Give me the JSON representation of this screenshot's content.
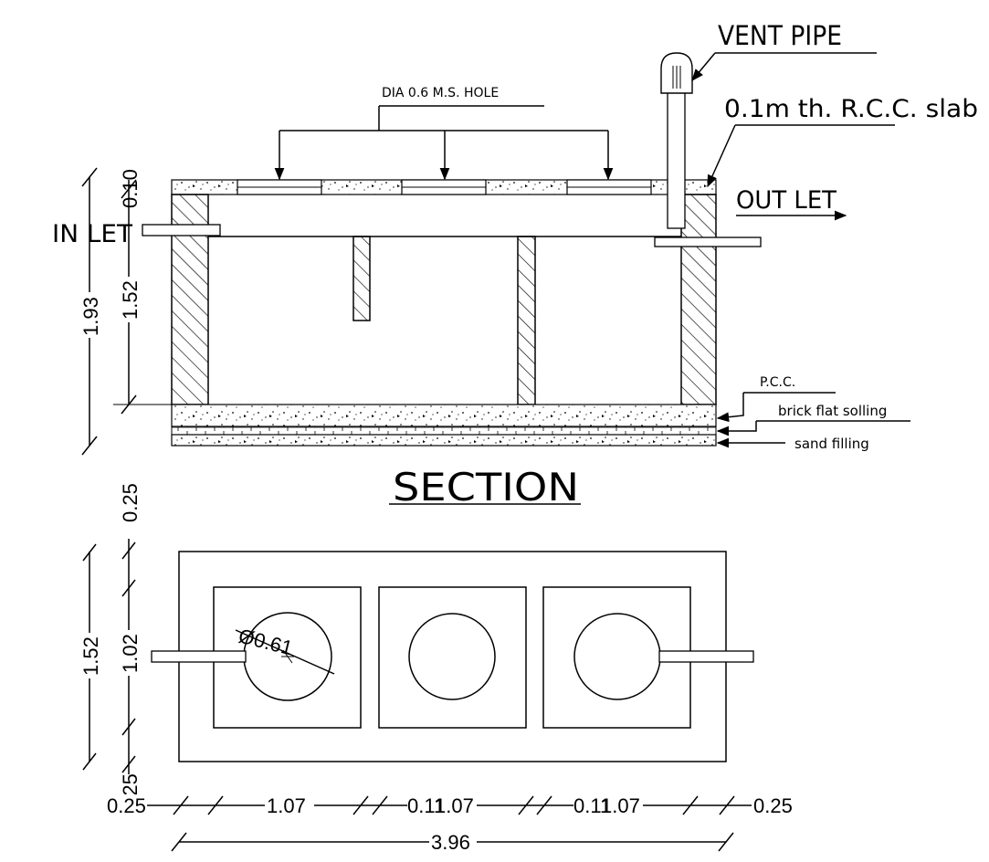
{
  "labels": {
    "vent_pipe": "VENT PIPE",
    "slab": "0.1m  th.  R.C.C.  slab",
    "hole": "DIA 0.6 M.S. HOLE",
    "inlet": "IN LET",
    "outlet": "OUT LET",
    "pcc": "P.C.C.",
    "brick": "brick  flat  solling",
    "sand": "sand  filling",
    "section": "SECTION"
  },
  "section_dims": {
    "total_height": "1.93",
    "inner_height": "1.52",
    "slab_thickness": "0.10"
  },
  "plan_dims": {
    "top_margin": "0.25",
    "outer_width": "1.52",
    "inner_width": "1.02",
    "bottom_margin": "0.25",
    "hole_dia": "Ø0.61",
    "left_wall": "0.25",
    "chamber1": "1.07",
    "partition1": "0.11",
    "chamber2": "1.07",
    "partition2": "0.11",
    "chamber3": "1.07",
    "right_wall": "0.25",
    "total_length": "3.96"
  }
}
